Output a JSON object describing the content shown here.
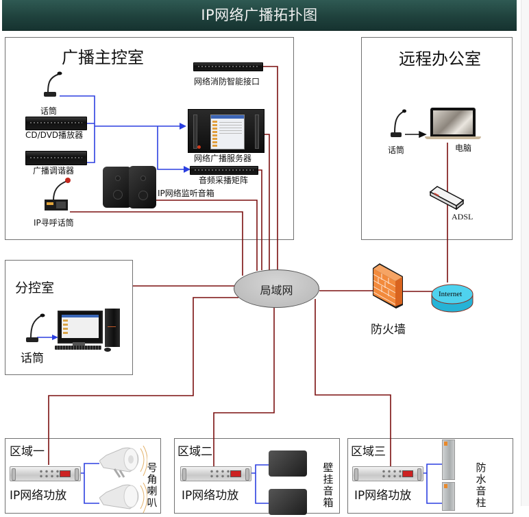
{
  "header": {
    "title": "IP网络广播拓扑图"
  },
  "rooms": {
    "main_control": {
      "title": "广播主控室",
      "devices": {
        "microphone": "话筒",
        "cd_dvd_player": "CD/DVD播放器",
        "tuner": "广播调谐器",
        "ip_paging_mic": "IP寻呼话筒",
        "fire_interface": "网络消防智能接口",
        "server": "网络广播服务器",
        "audio_matrix": "音频采播矩阵",
        "monitor_speaker": "IP网络监听音箱"
      }
    },
    "remote_office": {
      "title": "远程办公室",
      "devices": {
        "microphone": "话筒",
        "computer": "电脑",
        "adsl": "ADSL"
      }
    },
    "sub_control": {
      "title": "分控室",
      "devices": {
        "microphone": "话筒"
      }
    }
  },
  "network": {
    "lan": "局域网",
    "firewall": "防火墙",
    "internet": "Internet"
  },
  "zones": [
    {
      "title": "区域一",
      "amplifier": "IP网络功放",
      "speaker_type": "号角喇叭"
    },
    {
      "title": "区域二",
      "amplifier": "IP网络功放",
      "speaker_type": "壁挂音箱"
    },
    {
      "title": "区域三",
      "amplifier": "IP网络功放",
      "speaker_type": "防水音柱"
    }
  ],
  "colors": {
    "network_link": "#7a0e0e",
    "audio_link": "#2b3fe0",
    "header_bg": "#1f423d",
    "lan_fill": "#c4c4c4",
    "firewall": "#f07a2a",
    "internet": "#35c6e6"
  }
}
